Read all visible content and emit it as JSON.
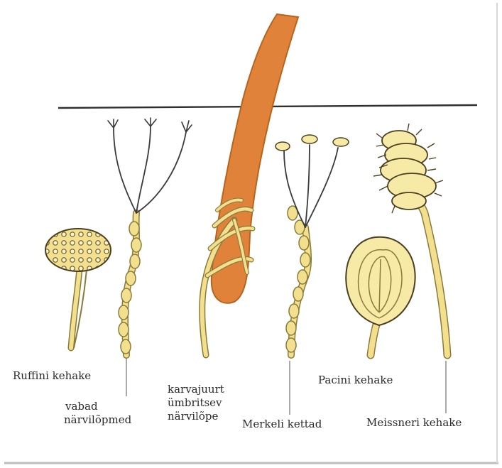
{
  "labels": {
    "ruffini": "Ruffini kehake",
    "vabad_1": "vabad",
    "vabad_2": "närvilõpmed",
    "karvajuurt_1": "karvajuurt",
    "karvajuurt_2": "ümbritsev",
    "karvajuurt_3": "närvilõpe",
    "merkeli": "Merkeli kettad",
    "pacini": "Pacini kehake",
    "meissneri": "Meissneri kehake"
  },
  "colors": {
    "hair": "#e0823a",
    "hair_outline": "#b5651d",
    "nerve": "#f3e08f",
    "nerve_outline": "#8a7a3a",
    "capsule": "#f7e9a6",
    "skin_line": "#2f2f2f",
    "frame_shadow": "#bdbdbd"
  }
}
